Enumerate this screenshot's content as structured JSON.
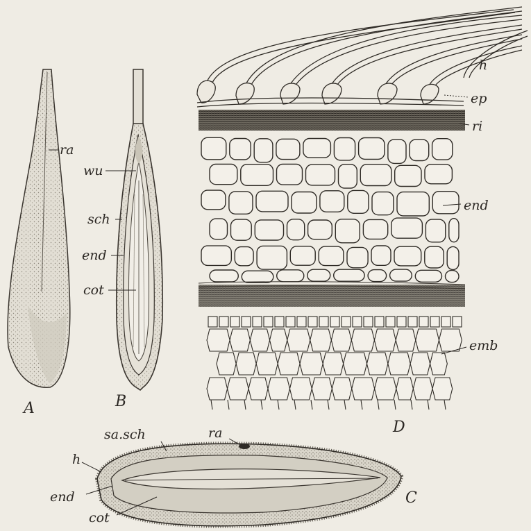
{
  "colors": {
    "paper": "#efece4",
    "ink": "#2b2723",
    "stipple": "#7f7a70",
    "tint": "#d8d4c9"
  },
  "panels": {
    "A": {
      "caption": "A",
      "labels": {
        "ra": "ra"
      }
    },
    "B": {
      "caption": "B",
      "labels": {
        "wu": "wu",
        "sch": "sch",
        "end": "end",
        "cot": "cot"
      }
    },
    "C": {
      "caption": "C",
      "labels": {
        "sa_sch": "sa.sch",
        "ra": "ra",
        "h": "h",
        "end": "end",
        "cot": "cot"
      }
    },
    "D": {
      "caption": "D",
      "labels": {
        "h": "h",
        "ep": "ep",
        "ri": "ri",
        "end": "end",
        "emb": "emb"
      }
    }
  }
}
